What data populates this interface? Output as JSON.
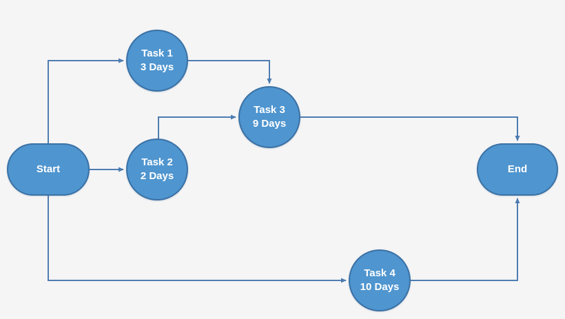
{
  "colors": {
    "background": "#f5f5f6",
    "node_fill": "#4f95cf",
    "node_border": "#3a71a5",
    "connector": "#4e7cb1",
    "node_text": "#ffffff"
  },
  "diagram": {
    "type": "flowchart-network-diagram",
    "nodes": {
      "start": {
        "label": "Start",
        "shape": "pill"
      },
      "task1": {
        "title": "Task 1",
        "duration": "3 Days",
        "shape": "circle"
      },
      "task2": {
        "title": "Task 2",
        "duration": "2 Days",
        "shape": "circle"
      },
      "task3": {
        "title": "Task 3",
        "duration": "9 Days",
        "shape": "circle"
      },
      "task4": {
        "title": "Task 4",
        "duration": "10 Days",
        "shape": "circle"
      },
      "end": {
        "label": "End",
        "shape": "pill"
      }
    },
    "edges": [
      {
        "from": "start",
        "to": "task1"
      },
      {
        "from": "start",
        "to": "task2"
      },
      {
        "from": "start",
        "to": "task4"
      },
      {
        "from": "task1",
        "to": "task3"
      },
      {
        "from": "task2",
        "to": "task3"
      },
      {
        "from": "task3",
        "to": "end"
      },
      {
        "from": "task4",
        "to": "end"
      }
    ]
  }
}
